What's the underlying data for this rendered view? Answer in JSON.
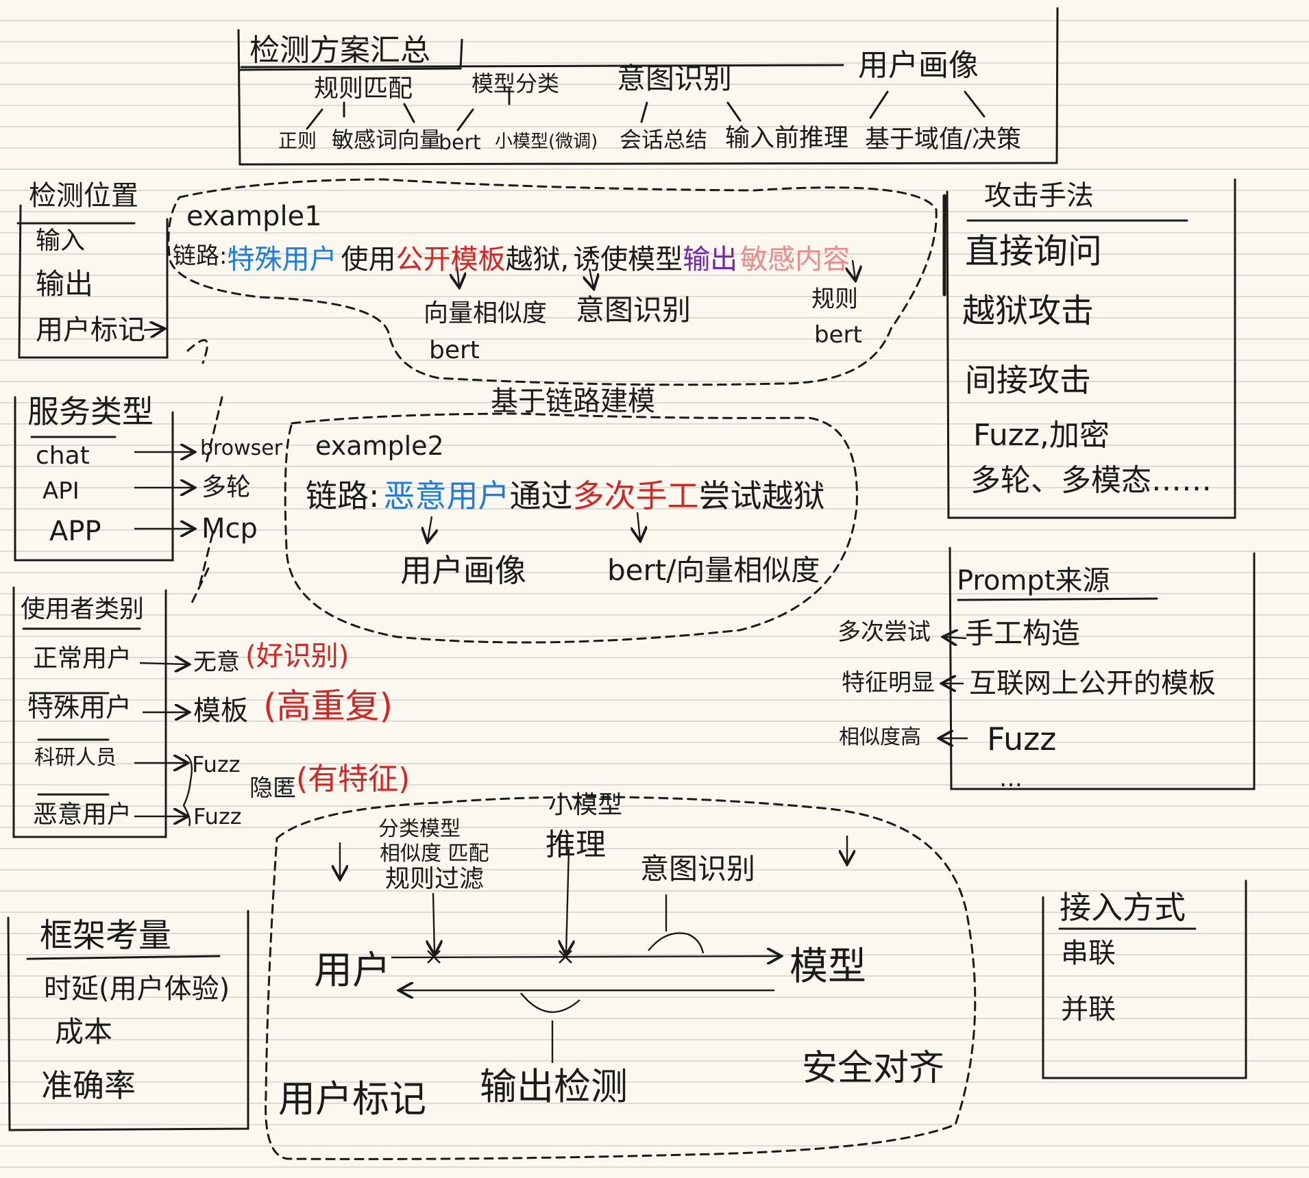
{
  "colors": {
    "ink": "#1a1a1a",
    "blue": "#1e7be3",
    "red": "#d92222",
    "purple": "#7a22b8",
    "pink": "#f08a8a",
    "paper": "#fbf9ef"
  },
  "plan": {
    "title": "检测方案汇总",
    "rule_match": "规则匹配",
    "model_classify": "模型分类",
    "intent": "意图识别",
    "profile": "用户画像",
    "regex": "正则",
    "sensitive": "敏感词向量",
    "bert": "bert",
    "small_model": "小模型(微调)",
    "session": "会话总结",
    "reasoning": "输入前推理",
    "threshold": "基于域值/决策"
  },
  "position": {
    "title": "检测位置",
    "items": [
      "输入",
      "输出",
      "用户标记"
    ]
  },
  "service": {
    "title": "服务类型",
    "items": [
      "chat",
      "API",
      "APP"
    ],
    "targets": [
      "browser",
      "多轮",
      "Mcp"
    ]
  },
  "users": {
    "title": "使用者类别",
    "items": [
      "正常用户",
      "特殊用户",
      "科研人员",
      "恶意用户"
    ],
    "results": [
      "无意",
      "模板",
      "Fuzz",
      "Fuzz"
    ],
    "notes": [
      "(好识别)",
      "(高重复)",
      "(有特征)"
    ],
    "hidden": "隐匿"
  },
  "example1": {
    "title": "example1",
    "prefix": "链路:",
    "actor": "特殊用户",
    "use": "使用",
    "template": "公开模板",
    "jailbreak": "越狱,",
    "induce": "诱使模型",
    "output": "输出",
    "sensitive": "敏感内容",
    "ann_vector": "向量相似度",
    "ann_bert": "bert",
    "ann_intent": "意图识别",
    "ann_rule": "规则",
    "ann_rule_bert": "bert"
  },
  "chain_label": "基于链路建模",
  "example2": {
    "title": "example2",
    "prefix": "链路:",
    "actor": "恶意用户",
    "via": "通过",
    "manual": "多次手工",
    "attempt": "尝试越狱",
    "ann_profile": "用户画像",
    "ann_bert": "bert/向量相似度"
  },
  "attack": {
    "title": "攻击手法",
    "items": [
      "直接询问",
      "越狱攻击",
      "间接攻击",
      "Fuzz,加密",
      "多轮、多模态……"
    ]
  },
  "prompt": {
    "title": "Prompt来源",
    "items": [
      "手工构造",
      "互联网上公开的模板",
      "Fuzz",
      "…"
    ],
    "detect": [
      "多次尝试",
      "特征明显",
      "相似度高"
    ]
  },
  "flow": {
    "classify": "分类模型",
    "similarity": "相似度 匹配",
    "rule_filter": "规则过滤",
    "small_model": "小模型",
    "reasoning": "推理",
    "intent": "意图识别",
    "user": "用户",
    "model": "模型",
    "mark": "用户标记",
    "output_detect": "输出检测",
    "align": "安全对齐"
  },
  "framework": {
    "title": "框架考量",
    "items": [
      "时延(用户体验)",
      "成本",
      "准确率"
    ]
  },
  "access": {
    "title": "接入方式",
    "items": [
      "串联",
      "并联"
    ]
  }
}
